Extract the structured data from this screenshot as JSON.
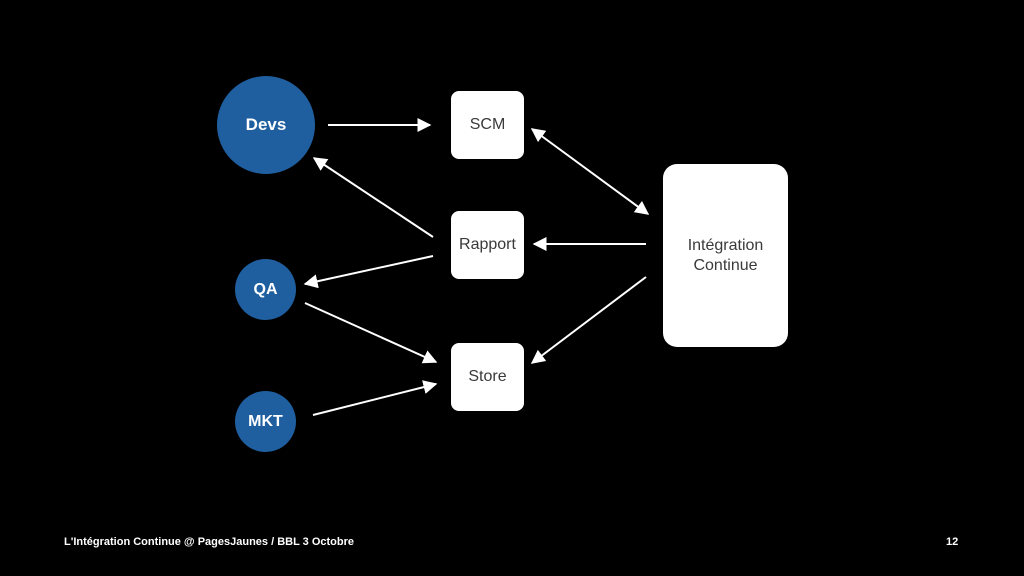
{
  "nodes": {
    "devs": "Devs",
    "qa": "QA",
    "mkt": "MKT",
    "scm": "SCM",
    "rapport": "Rapport",
    "store": "Store",
    "ci_line1": "Intégration",
    "ci_line2": "Continue"
  },
  "edges": [
    {
      "from": "Devs",
      "to": "SCM"
    },
    {
      "from": "SCM",
      "to": "Intégration Continue",
      "bidirectional": true
    },
    {
      "from": "Intégration Continue",
      "to": "Rapport"
    },
    {
      "from": "Rapport",
      "to": "Devs"
    },
    {
      "from": "Rapport",
      "to": "QA"
    },
    {
      "from": "Intégration Continue",
      "to": "Store"
    },
    {
      "from": "QA",
      "to": "Store"
    },
    {
      "from": "MKT",
      "to": "Store"
    }
  ],
  "colors": {
    "background": "#000000",
    "circle": "#1f5f9f",
    "box": "#ffffff",
    "arrow": "#ffffff"
  },
  "footer": {
    "title": "L'Intégration Continue @ PagesJaunes / BBL 3 Octobre",
    "page_number": "12"
  }
}
